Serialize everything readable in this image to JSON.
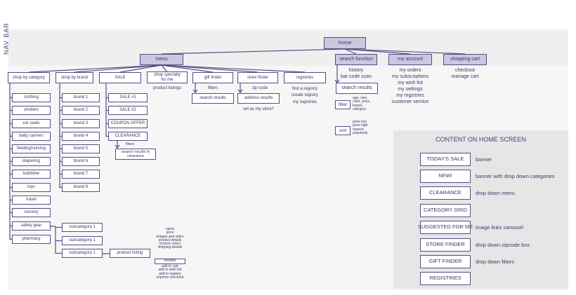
{
  "nav_bar_label": "NAV BAR",
  "home": "home",
  "top_level": {
    "menu": "menu",
    "search_function": "search function",
    "my_account": "my account",
    "shopping_cart": "shopping cart"
  },
  "menu_columns": {
    "shop_by_category": "shop by category",
    "shop_by_brand": "shop by brand",
    "sale": "SALE",
    "shop_specially": "shop specially for me",
    "gift_finder": "gift finder",
    "store_finder": "store finder",
    "registries": "registries"
  },
  "categories": [
    "clothing",
    "strollers",
    "car seats",
    "baby carriers",
    "feeding/nursing",
    "diapering",
    "bathtime",
    "toys",
    "travel",
    "nursery",
    "safety gear",
    "pharmacy"
  ],
  "subcategories": [
    "subcategory 1",
    "subcategory 1",
    "subcategory 1"
  ],
  "product_listing": "product listing",
  "product_details": {
    "lines_top": [
      "name",
      "price",
      "images and video",
      "product details",
      "choose colors",
      "shipping details"
    ],
    "reviews": "reviews",
    "lines_bottom": [
      "add to cart",
      "add to wish list",
      "add to registry",
      "express checkout"
    ]
  },
  "brands": [
    "brand 1",
    "brand 2",
    "brand 3",
    "brand 4",
    "brand 5",
    "brand 6",
    "brand 7",
    "brand 8"
  ],
  "sale_items": [
    "SALE #1",
    "SALE #2",
    "COUPON OFFER",
    "CLEARANCE"
  ],
  "sale_filters": "filters",
  "sale_results": "search results in clearance",
  "shop_specially_sub": "product listings",
  "gift_finder_sub": {
    "filters": "filters",
    "results": "search results"
  },
  "store_finder_sub": {
    "zip": "zip code",
    "results": "address results",
    "set_store": "set as my store?"
  },
  "registries_sub": [
    "find a registry",
    "create registry",
    "my registries"
  ],
  "search_sub": {
    "items": [
      "history",
      "bar code scan"
    ],
    "results": "search results",
    "filter": "filter",
    "filter_opts": [
      "age, size,",
      "color, price,",
      "brand,",
      "category"
    ],
    "sort": "sort",
    "sort_opts": [
      "price low",
      "price high",
      "newest",
      "popularity"
    ]
  },
  "account_sub": [
    "my orders",
    "my subscriptions",
    "my wish list",
    "my settings",
    "my registries",
    "customer service"
  ],
  "cart_sub": [
    "checkout",
    "manage cart"
  ],
  "home_panel": {
    "title": "CONTENT ON HOME SCREEN",
    "rows": [
      {
        "box": "TODAY'S SALE",
        "desc": "banner"
      },
      {
        "box": "NEW!",
        "desc": "banner with drop down categories"
      },
      {
        "box": "CLEARANCE",
        "desc": "drop down menu"
      },
      {
        "box": "CATEGORY GRID",
        "desc": ""
      },
      {
        "box": "SUGGESTED FOR ME",
        "desc": "image links carousel"
      },
      {
        "box": "STORE FINDER",
        "desc": "drop down zipcode box"
      },
      {
        "box": "GIFT FINDER",
        "desc": "drop down filters"
      },
      {
        "box": "REGISTRIES",
        "desc": ""
      }
    ]
  }
}
